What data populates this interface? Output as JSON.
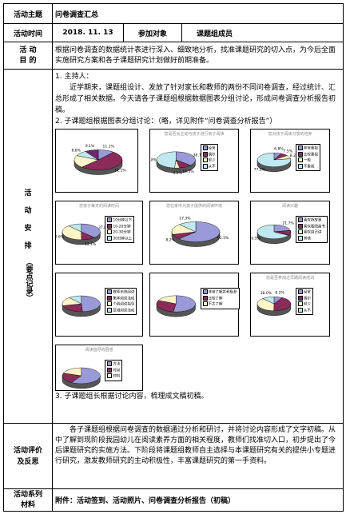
{
  "form": {
    "theme_label": "活动主题",
    "theme_value": "问卷调查汇总",
    "time_label": "活动时间",
    "time_value": "2018. 11. 13",
    "participants_label": "参加对象",
    "participants_value": "课题组成员",
    "goal_label_1": "活 动",
    "goal_label_2": "目 的",
    "goal_text": "根据问卷调查的数据统计表进行深入、细致地分析，找准课题研究的切入点，为今后全面实施研究方案和各子课题研究计划做好前期准备。",
    "arr_label": [
      "活",
      "动",
      "安",
      "排"
    ],
    "arr_note": "（要点记录）",
    "host_title": "1. 主持人：",
    "host_text": "近学期来，课题组设计、发放了针对家长和教师的两份不同问卷调查，经过统计、汇总形成了相关数据。今天请各子课题组根据数据图表分组讨论，形成问卷调查分析报告初稿。",
    "step2": "2. 子课题组根据图表分组讨论：（略，详见附件“问卷调查分析报告”）",
    "step3": "3. 子课题组长根据讨论内容，梳理成文稿初稿。",
    "eval_label_1": "活动评价",
    "eval_label_2": "及反思",
    "eval_text": "各子课题组根据问卷调查的数据通过分析和研讨，并将讨论内容形成了文字初稿。从中了解到现阶段我园幼儿在阅读素养方面的相关程度，教师们找准切入口，初步提出了今后课题研究的实施方法。下阶段将课题组教师自主选择与本课题研究有关的提供小专题进行研究，激发教师研究的主动积极性，丰富课题研究的第一手资料。",
    "series_label_1": "活动系列",
    "series_label_2": "材料",
    "attach_text": "附件：活动签到、活动照片、问卷调查分析报告（初稿）"
  },
  "charts": [
    {
      "title": "",
      "slices": [
        11.1,
        51.1,
        19.9,
        8.8,
        9.1
      ],
      "labels": [
        "11.1%",
        "51.1%",
        "",
        "8.8%",
        "9.1%"
      ],
      "legend": []
    },
    {
      "title": "您是否会主动与孩子进行亲子阅读",
      "slices": [
        36.7,
        10.3,
        4.2,
        48.8
      ],
      "labels": [
        "36.7%",
        "10.3%",
        "4.2%",
        "48.8%"
      ],
      "legend": [
        "经常",
        "偶尔",
        "很少",
        "从不"
      ]
    },
    {
      "title": "您对孩子阅读习惯的培养",
      "slices": [
        6.8,
        7.5,
        8.2,
        77.5
      ],
      "labels": [
        "6.8%",
        "7.5%",
        "8.2%",
        "77.5%"
      ],
      "legend": [
        "非常重视",
        "比较重视",
        "一般",
        "不重视"
      ]
    },
    {
      "title": "您孩子每天的阅读时间",
      "slices": [
        37.8,
        12.1,
        38.6,
        11.5
      ],
      "labels": [
        "37.8%",
        "12.1%",
        "38.6%",
        ""
      ],
      "legend": [
        "10分钟以下",
        "10-20分钟",
        "20-30分钟",
        "30分钟以上"
      ]
    },
    {
      "title": "您在家中为孩子提供的阅读环境",
      "slices": [
        62.5,
        8.2,
        17.3,
        12.0
      ],
      "labels": [
        "62.5%",
        "8.2%",
        "",
        "17.3%"
      ],
      "legend": []
    },
    {
      "title": "阅读兴趣",
      "slices": [
        21.7,
        10.8,
        1.0,
        66.5
      ],
      "labels": [
        "21.7%",
        "",
        "",
        "66.5%"
      ],
      "legend": [
        "喜欢听故事",
        "喜欢看图画书",
        "喜欢自己讲",
        "其他"
      ]
    },
    {
      "title": "",
      "slices": [
        48.9,
        22.1,
        18.0,
        11.0
      ],
      "labels": [
        "",
        "",
        "",
        ""
      ],
      "legend": [
        "教师示范阅读",
        "集体阅读活动",
        "个别阅读指导",
        "区域阅读活动"
      ]
    },
    {
      "title": "",
      "slices": [
        52.2,
        29.6,
        18.2
      ],
      "labels": [
        "",
        "",
        ""
      ],
      "legend": [
        "非常了解并积极参与",
        "比较了解",
        "不太了解"
      ]
    },
    {
      "title": "您是否参加过早期阅读培训",
      "slices": [
        8.2,
        42.0,
        38.0,
        11.8
      ],
      "labels": [
        "8.2%",
        "",
        "",
        "38.0%"
      ],
      "legend": [
        "经常",
        "偶尔",
        "很少",
        "从不"
      ]
    },
    {
      "title": "阅读指导的困惑",
      "slices": [
        58.6,
        21.7,
        19.7
      ],
      "labels": [
        "",
        "",
        ""
      ],
      "legend": [
        "方法",
        "时间",
        "材料"
      ]
    }
  ],
  "colors": {
    "c1": "#9a9ad8",
    "c2": "#8a2b5a",
    "c3": "#fff5c8",
    "c4": "#bfe8f0",
    "c5": "#6b2a6b",
    "side": "#555555"
  }
}
